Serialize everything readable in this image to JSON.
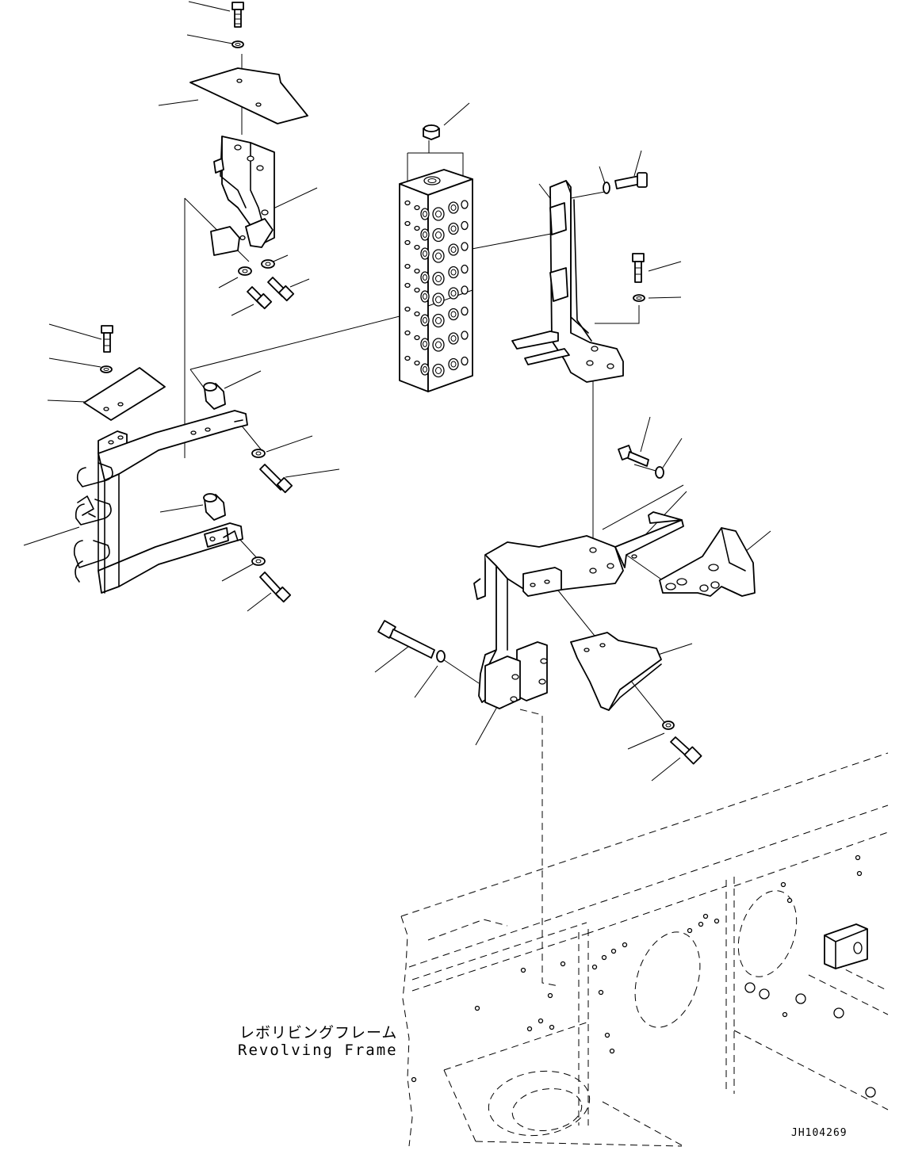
{
  "labels": {
    "frame_jp": "レボリビングフレーム",
    "frame_en": "Revolving Frame"
  },
  "drawing_number": "JH104269",
  "colors": {
    "line": "#000000",
    "background": "#ffffff"
  }
}
